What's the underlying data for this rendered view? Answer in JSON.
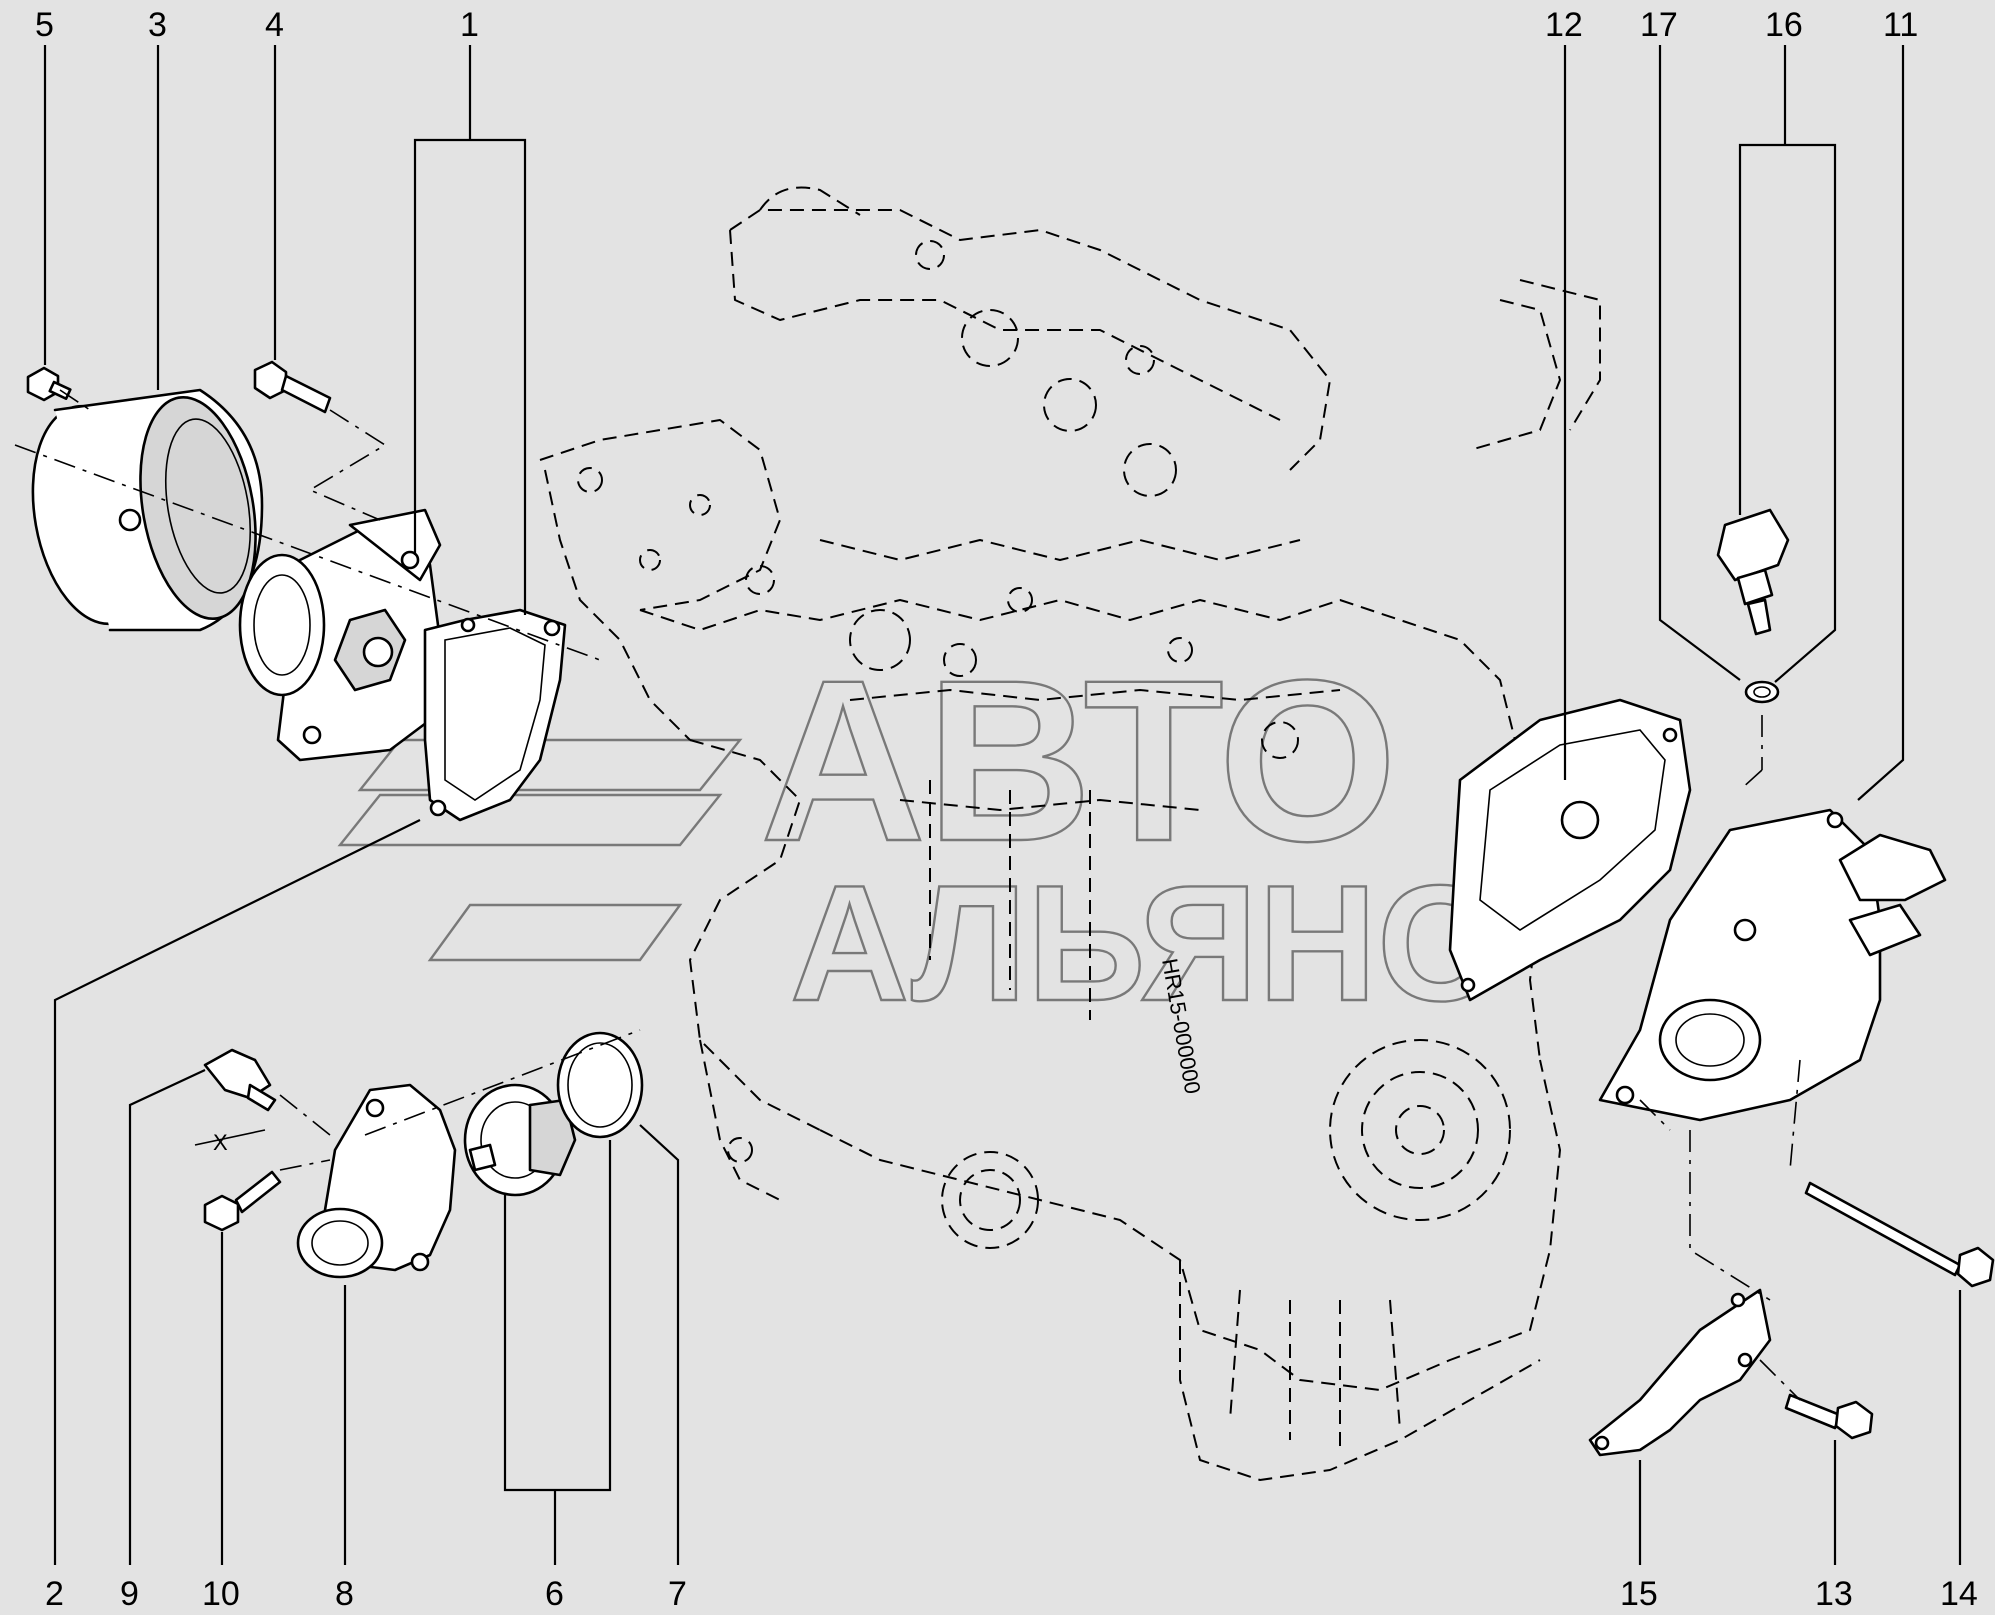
{
  "diagram": {
    "callouts": [
      {
        "id": "1",
        "label": "1"
      },
      {
        "id": "2",
        "label": "2"
      },
      {
        "id": "3",
        "label": "3"
      },
      {
        "id": "4",
        "label": "4"
      },
      {
        "id": "5",
        "label": "5"
      },
      {
        "id": "6",
        "label": "6"
      },
      {
        "id": "7",
        "label": "7"
      },
      {
        "id": "8",
        "label": "8"
      },
      {
        "id": "9",
        "label": "9"
      },
      {
        "id": "10",
        "label": "10"
      },
      {
        "id": "11",
        "label": "11"
      },
      {
        "id": "12",
        "label": "12"
      },
      {
        "id": "13",
        "label": "13"
      },
      {
        "id": "14",
        "label": "14"
      },
      {
        "id": "15",
        "label": "15"
      },
      {
        "id": "16",
        "label": "16"
      },
      {
        "id": "17",
        "label": "17"
      }
    ],
    "torque_marker": "X",
    "engine_code": "HR15-000000",
    "watermark": {
      "line1": "АВТО",
      "line2": "АЛЬЯНС"
    }
  }
}
